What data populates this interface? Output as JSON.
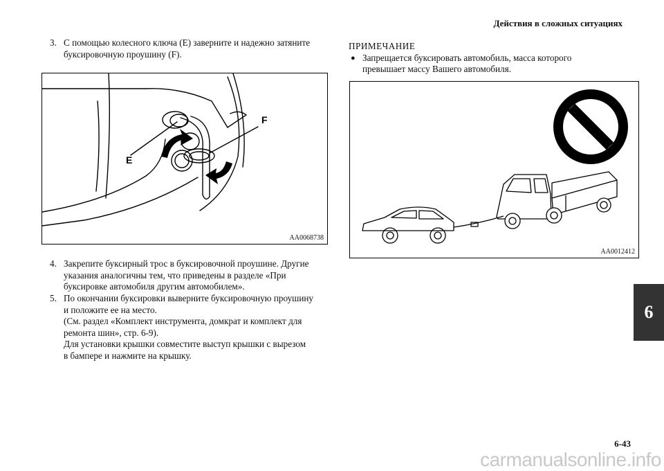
{
  "header": {
    "section_title": "Действия в сложных ситуациях"
  },
  "left": {
    "step3": {
      "num": "3.",
      "lines": [
        "С помощью колесного ключа (E) заверните и надежно затяните",
        "буксировочную проушину (F)."
      ]
    },
    "figure1": {
      "code": "AA0068738",
      "label_e": "E",
      "label_f": "F"
    },
    "step4": {
      "num": "4.",
      "lines": [
        "Закрепите буксирный трос в буксировочной проушине. Другие",
        "указания аналогичны тем, что приведены в разделе «При",
        "буксировке автомобиля другим автомобилем»."
      ]
    },
    "step5": {
      "num": "5.",
      "lines": [
        "По окончании буксировки выверните буксировочную проушину",
        "и положите ее на место.",
        "(См. раздел «Комплект инструмента, домкрат и комплект для",
        "ремонта шин», стр. 6-9).",
        "Для установки крышки совместите выступ крышки с вырезом",
        "в бампере и нажмите на крышку."
      ]
    }
  },
  "right": {
    "note_title": "ПРИМЕЧАНИЕ",
    "note_lines": [
      "Запрещается буксировать автомобиль, масса которого",
      "превышает массу Вашего автомобиля."
    ],
    "figure2": {
      "code": "AA0012412"
    }
  },
  "chapter_tab": "6",
  "page_number": "6-43",
  "watermark": "carmanualsonline.info"
}
